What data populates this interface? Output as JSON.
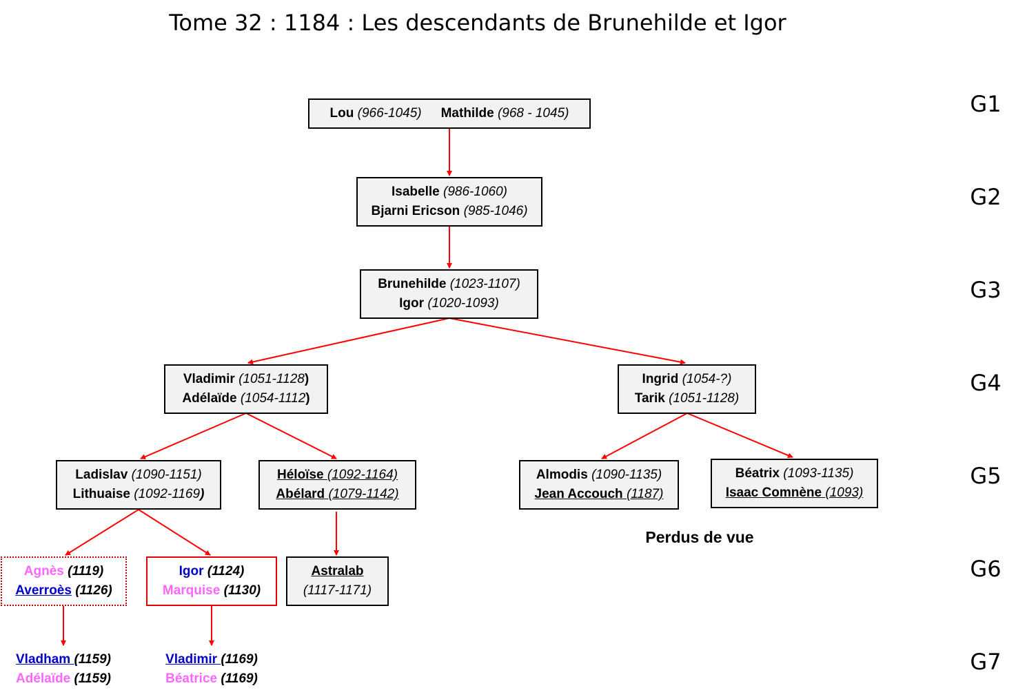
{
  "title": "Tome 32 : 1184 : Les descendants de Brunehilde et Igor",
  "colors": {
    "arrow": "#ff0000",
    "pink": "#ff66ff",
    "blue": "#0000cc",
    "black": "#000000"
  },
  "generations": [
    "G1",
    "G2",
    "G3",
    "G4",
    "G5",
    "G6",
    "G7"
  ],
  "note": "Perdus de vue",
  "nodes": {
    "n1": {
      "l1": {
        "name": "Lou",
        "dates": "(966-1045)"
      },
      "l2": {
        "name": "Mathilde",
        "dates": "(968 - 1045)"
      }
    },
    "n2": {
      "l1": {
        "name": "Isabelle",
        "dates": "(986-1060)"
      },
      "l2": {
        "name": "Bjarni Ericson",
        "dates": "(985-1046)"
      }
    },
    "n3": {
      "l1": {
        "name": "Brunehilde",
        "dates": "(1023-1107)"
      },
      "l2": {
        "name": "Igor",
        "dates": "(1020-1093)"
      }
    },
    "n4a": {
      "l1": {
        "name": "Vladimir",
        "dates": "(1051-1128",
        "close": ")"
      },
      "l2": {
        "name": "Adélaïde",
        "dates": "(1054-1112",
        "close": ")"
      }
    },
    "n4b": {
      "l1": {
        "name": "Ingrid",
        "dates": "(1054-?)"
      },
      "l2": {
        "name": "Tarik",
        "dates": "(1051-1128)"
      }
    },
    "n5a": {
      "l1": {
        "name": "Ladislav",
        "dates": "(1090-1151)"
      },
      "l2": {
        "name": "Lithuaise",
        "dates": "(1092-1169",
        "close": ")"
      }
    },
    "n5b": {
      "l1": {
        "name": "Héloïse",
        "dates": "(1092-1164)"
      },
      "l2": {
        "name": "Abélard",
        "dates": "(1079-1142)"
      }
    },
    "n5c": {
      "l1": {
        "name": "Almodis",
        "dates": "(1090-1135)"
      },
      "l2": {
        "name": "Jean Accouch",
        "dates": "(1187)"
      }
    },
    "n5d": {
      "l1": {
        "name": "Béatrix",
        "dates": "(1093-1135)"
      },
      "l2": {
        "name": "Isaac Comnène",
        "dates": "(1093)"
      }
    },
    "n6a": {
      "l1": {
        "name": "Agnès",
        "dates": "(1119)"
      },
      "l2": {
        "name": "Averroès",
        "dates": "(1126)"
      }
    },
    "n6b": {
      "l1": {
        "name": "Igor",
        "dates": "(1124)"
      },
      "l2": {
        "name": "Marquise",
        "dates": "(1130)"
      }
    },
    "n6c": {
      "l1": {
        "name": "Astralab"
      },
      "l2": {
        "dates": "(1117-1171)"
      }
    },
    "n7a": {
      "l1": {
        "name": "Vladham ",
        "dates": "(1159)"
      },
      "l2": {
        "name": "Adélaïde",
        "dates": "(1159)"
      }
    },
    "n7b": {
      "l1": {
        "name": "Vladimir ",
        "dates": "(1169)"
      },
      "l2": {
        "name": "Béatrice",
        "dates": "(1169)"
      }
    }
  }
}
